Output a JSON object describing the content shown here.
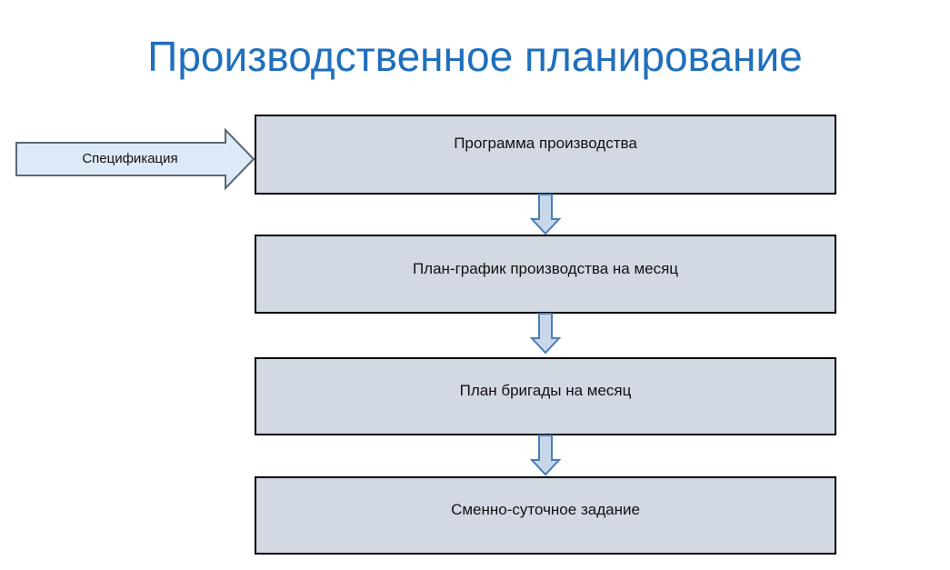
{
  "slide": {
    "title": "Производственное планирование",
    "title_color": "#1F6FBD",
    "background_color": "#FFFFFF"
  },
  "input_arrow": {
    "label": "Спецификация",
    "fill_color": "#DCE9F7",
    "border_color": "#5B6770",
    "direction": "right",
    "icon": "block-arrow-right-icon"
  },
  "flow": {
    "box_fill_color": "#D2D9E2",
    "box_border_color": "#000000",
    "connector_fill_color": "#C8D8EA",
    "connector_border_color": "#4A7EB5",
    "connector_icon": "block-arrow-down-icon",
    "steps": [
      {
        "label": "Программа производства"
      },
      {
        "label": "План-график производства на месяц"
      },
      {
        "label": "План бригады на месяц"
      },
      {
        "label": "Сменно-суточное задание"
      }
    ],
    "connectors": [
      {
        "from": "Программа производства",
        "to": "План-график производства на месяц"
      },
      {
        "from": "План-график производства на месяц",
        "to": "План бригады на месяц"
      },
      {
        "from": "План бригады на месяц",
        "to": "Сменно-суточное задание"
      }
    ]
  }
}
